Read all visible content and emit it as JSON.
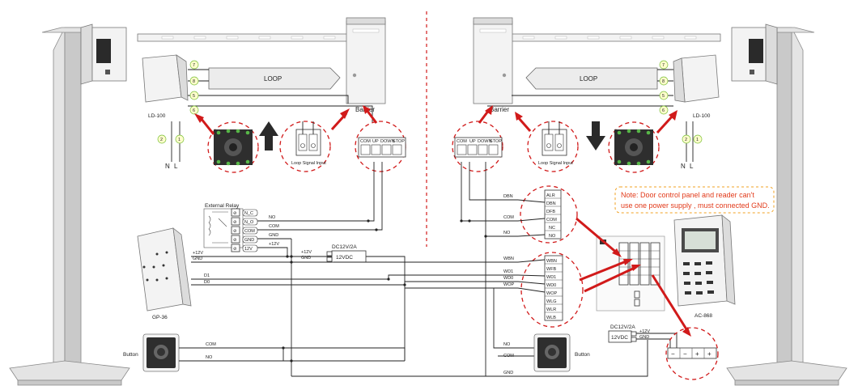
{
  "barrier_labels": [
    "Barrier",
    "Barrier"
  ],
  "loop_labels": [
    "LOOP",
    "LOOP"
  ],
  "detector_labels": [
    "LD-100",
    "LD-100"
  ],
  "mains_labels": {
    "left": [
      "N",
      "L"
    ],
    "right": [
      "N",
      "L"
    ]
  },
  "detector_terminals": {
    "left": [
      "7",
      "8",
      "5",
      "6",
      "2",
      "1"
    ],
    "right": [
      "7",
      "8",
      "5",
      "6",
      "2",
      "1"
    ]
  },
  "loop_signal_input_label": "Loop Signal Input",
  "barrier_board_terminals": [
    "COM",
    "UP",
    "DOWN",
    "STOP"
  ],
  "external_relay": {
    "title": "External Relay",
    "terminals": [
      "N_C",
      "N_O",
      "COM",
      "GND",
      "12V"
    ],
    "wire_labels": [
      "NO",
      "COM",
      "GND",
      "+12V"
    ]
  },
  "reader": {
    "name": "GP-36",
    "wire_labels": [
      "+12V",
      "GND",
      "D1",
      "D0"
    ]
  },
  "power_supply_left": {
    "title": "DC12V/2A",
    "label": "12VDC",
    "terminal_labels": [
      "+12V",
      "GND"
    ]
  },
  "power_supply_right": {
    "title": "DC12V/2A",
    "label": "12VDC",
    "terminal_labels": [
      "+12V",
      "GND"
    ]
  },
  "button_left": {
    "label": "Button",
    "wire_labels": [
      "COM",
      "NO"
    ]
  },
  "button_right": {
    "label": "Button",
    "wire_labels": [
      "NO",
      "COM",
      "GND"
    ]
  },
  "controller_wire_labels": [
    "DBN",
    "COM",
    "NO",
    "WBN",
    "WD1",
    "WD0",
    "WOP"
  ],
  "terminal_block_a": [
    "ALR",
    "DBN",
    "DFB",
    "COM",
    "NC",
    "NO"
  ],
  "terminal_block_b": [
    "WBN",
    "WFB",
    "WD1",
    "WD0",
    "WOP",
    "WLG",
    "WLR",
    "WLB"
  ],
  "keypad": {
    "name": "AC-868"
  },
  "supply_terminals": [
    "−",
    "−",
    "+",
    "+"
  ],
  "note": {
    "line1": "Note: Door control panel and  reader can't",
    "line2": "use one power supply , must connected GND."
  }
}
